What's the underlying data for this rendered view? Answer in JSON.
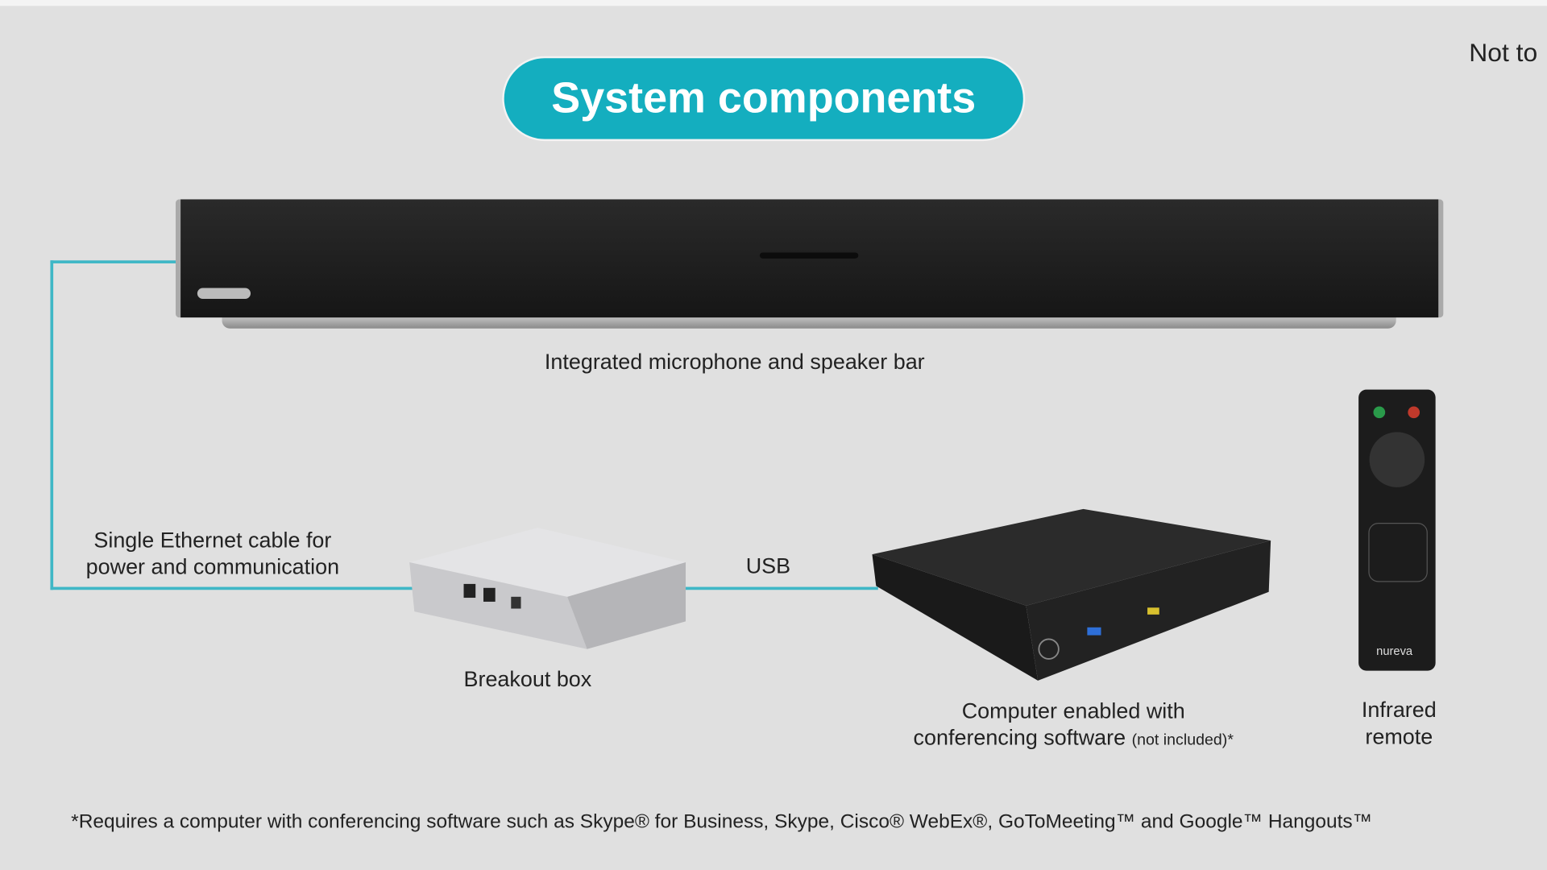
{
  "title": "System components",
  "scale_note": "Not to",
  "components": {
    "speaker_bar": "Integrated microphone and speaker bar",
    "ethernet_line1": "Single Ethernet cable for",
    "ethernet_line2": "power and communication",
    "usb": "USB",
    "breakout_box": "Breakout box",
    "computer_line1": "Computer enabled with",
    "computer_line2": "conferencing software",
    "computer_note": "(not included)*",
    "remote_line1": "Infrared",
    "remote_line2": "remote",
    "remote_brand": "nureva"
  },
  "footer": "*Requires a computer with conferencing software such as Skype® for Business, Skype, Cisco® WebEx®, GoToMeeting™ and Google™ Hangouts™",
  "colors": {
    "accent": "#14aebf",
    "cable": "#3fb7c6"
  }
}
